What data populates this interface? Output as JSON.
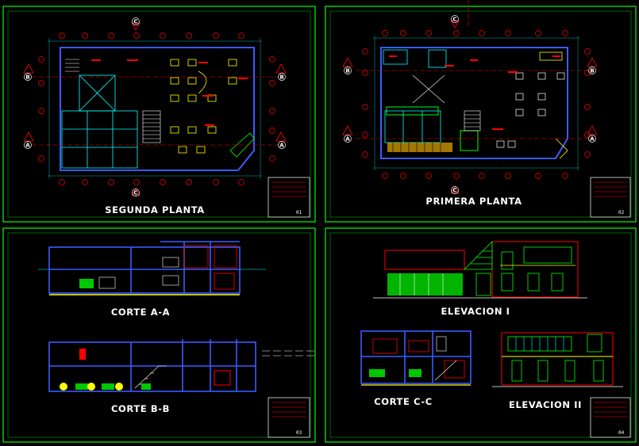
{
  "drawing": {
    "colors": {
      "background": "#000000",
      "frame": "#00ff00",
      "walls": "#3b5bff",
      "grid": "#00ffff",
      "axis": "#ff0000",
      "furniture": "#ffff00",
      "hatch": "#00c800",
      "text": "#ffffff"
    },
    "panels": [
      {
        "id": "segunda-planta",
        "title": "SEGUNDA PLANTA",
        "sheet": "01"
      },
      {
        "id": "primera-planta",
        "title": "PRIMERA PLANTA",
        "sheet": "02"
      },
      {
        "id": "cortes-ab",
        "sheet": "03"
      },
      {
        "id": "elevaciones",
        "sheet": "04"
      }
    ],
    "views": {
      "corte_aa": "CORTE A-A",
      "corte_bb": "CORTE B-B",
      "corte_cc": "CORTE C-C",
      "elevacion_1": "ELEVACION I",
      "elevacion_2": "ELEVACION II"
    },
    "section_markers": {
      "a": "A",
      "b": "B",
      "c": "C"
    }
  }
}
